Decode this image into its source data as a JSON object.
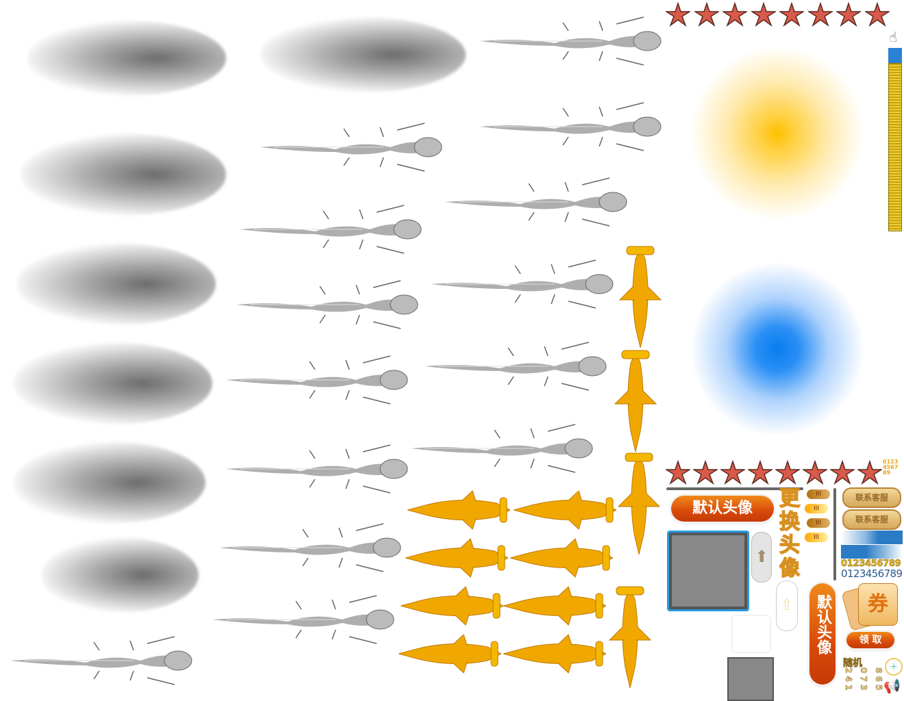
{
  "sheet": {
    "default_avatar_label": "默认头像",
    "change_avatar_label": "更换头像",
    "contact_service_labels": [
      "联系客服",
      "联系客服"
    ],
    "digits_gold": "0123456789",
    "digits_blue": "0123456789",
    "digits_small": [
      "0123",
      "4567",
      "89"
    ],
    "coupon_char": "券",
    "claim_label": "领 取",
    "random_label": "随机",
    "random_digits": [
      "2 4 1",
      "0 7 3",
      "8 6 5"
    ],
    "pill_marks": [
      "III",
      "III",
      "III",
      "III"
    ],
    "colors": {
      "sun": "#ffc000",
      "glow_blue": "#0a7df0",
      "button_orange": "#d84a0a",
      "gold": "#e8a812"
    }
  }
}
